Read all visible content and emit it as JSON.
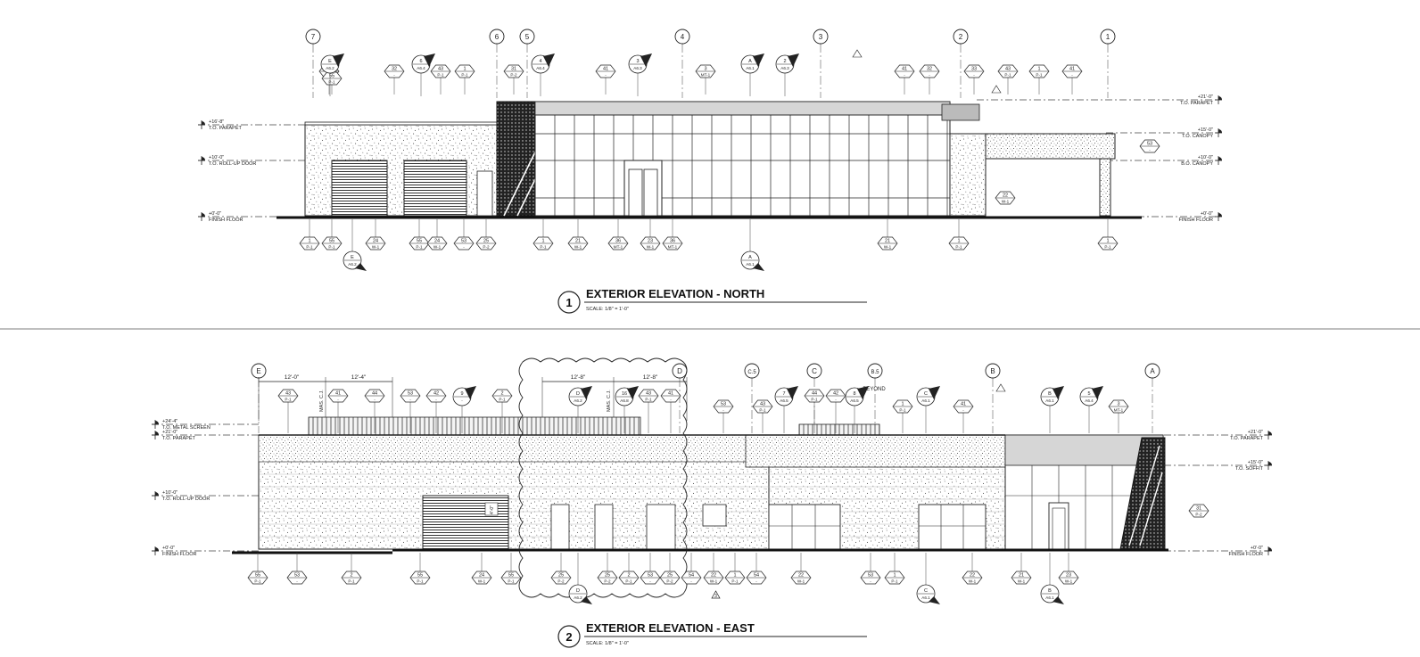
{
  "elev1": {
    "num": "1",
    "title": "EXTERIOR ELEVATION - NORTH",
    "scale": "SCALE: 1/8\" = 1'-0\"",
    "grid": [
      "7",
      "6",
      "5",
      "4",
      "3",
      "2",
      "1"
    ],
    "levels": {
      "left": [
        {
          "v": "+16'-8\"",
          "n": "T.O. PARAPET"
        },
        {
          "v": "+10'-0\"",
          "n": "T.O. ROLL-UP DOOR"
        },
        {
          "v": "+0'-0\"",
          "n": "FINISH FLOOR"
        }
      ],
      "right": [
        {
          "v": "+21'-0\"",
          "n": "T.O. PARAPET"
        },
        {
          "v": "+15'-0\"",
          "n": "T.O. CANOPY"
        },
        {
          "v": "+10'-0\"",
          "n": "B.O. CANOPY"
        },
        {
          "v": "+0'-0\"",
          "n": "FINISH FLOOR"
        }
      ]
    },
    "top_tags": [
      [
        "41",
        "-"
      ],
      [
        "55",
        "P-1"
      ],
      [
        "32",
        "-"
      ],
      [
        "43",
        "P-1"
      ],
      [
        "1",
        "P-1"
      ],
      [
        "31",
        "P-2"
      ],
      [
        "41",
        "-"
      ],
      [
        "3",
        "MT-1"
      ],
      [
        "41",
        "-"
      ],
      [
        "32",
        "-"
      ],
      [
        "33",
        "-"
      ],
      [
        "43",
        "P-1"
      ],
      [
        "1",
        "P-1"
      ],
      [
        "41",
        "-"
      ]
    ],
    "top_details": [
      [
        "E",
        "A6.2"
      ],
      [
        "6",
        "A6.4"
      ],
      [
        "4",
        "A6.4"
      ],
      [
        "3",
        "A6.3"
      ],
      [
        "A",
        "A6.1"
      ],
      [
        "2",
        "A6.3"
      ]
    ],
    "bottom_tags": [
      [
        "1",
        "P-1"
      ],
      [
        "55",
        "P-1"
      ],
      [
        "24",
        "W-1"
      ],
      [
        "55",
        "P-1"
      ],
      [
        "24",
        "W-1"
      ],
      [
        "53",
        "-"
      ],
      [
        "25",
        "P-2"
      ],
      [
        "1",
        "P-1"
      ],
      [
        "21",
        "W-1"
      ],
      [
        "36",
        "MT-1"
      ],
      [
        "23",
        "W-1"
      ],
      [
        "36",
        "MT-1"
      ],
      [
        "21",
        "W-1"
      ],
      [
        "1",
        "P-1"
      ],
      [
        "1",
        "P-1"
      ]
    ],
    "bottom_details": [
      [
        "E",
        "A6.2"
      ],
      [
        "A",
        "A6.1"
      ]
    ],
    "side_tags": [
      [
        "53",
        "-"
      ],
      [
        "22",
        "W-1"
      ]
    ]
  },
  "elev2": {
    "num": "2",
    "title": "EXTERIOR ELEVATION - EAST",
    "scale": "SCALE: 1/8\" = 1'-0\"",
    "grid": [
      "E",
      "D",
      "C.5",
      "C",
      "B.5",
      "B",
      "A"
    ],
    "beyond": "BEYOND",
    "mas_cj": "MAS. C.J.",
    "dims": [
      "12'-0\"",
      "12'-4\"",
      "12'-8\"",
      "12'-8\""
    ],
    "levels": {
      "left": [
        {
          "v": "+24'-4\"",
          "n": "T.O. METAL SCREEN"
        },
        {
          "v": "+21'-0\"",
          "n": "T.O. PARAPET"
        },
        {
          "v": "+10'-0\"",
          "n": "T.O. ROLL-UP DOOR"
        },
        {
          "v": "+0'-0\"",
          "n": "FINISH FLOOR"
        }
      ],
      "right": [
        {
          "v": "+21'-0\"",
          "n": "T.O. PARAPET"
        },
        {
          "v": "+15'-0\"",
          "n": "T.O. SOFFIT"
        },
        {
          "v": "+0'-0\"",
          "n": "FINISH FLOOR"
        }
      ]
    },
    "top_tags": [
      [
        "43",
        "P-1"
      ],
      [
        "41",
        "-"
      ],
      [
        "44",
        "-"
      ],
      [
        "53",
        "-"
      ],
      [
        "42",
        "-"
      ],
      [
        "2",
        "P-1"
      ],
      [
        "43",
        "P-1"
      ],
      [
        "41",
        "-"
      ],
      [
        "53",
        "-"
      ],
      [
        "43",
        "P-1"
      ],
      [
        "44",
        "P-1"
      ],
      [
        "42",
        "-"
      ],
      [
        "1",
        "P-1"
      ],
      [
        "41",
        "-"
      ],
      [
        "3",
        "MT-1"
      ]
    ],
    "top_details": [
      [
        "9",
        "-"
      ],
      [
        "D",
        "A6.2"
      ],
      [
        "16",
        "A6.8"
      ],
      [
        "7",
        "A6.5"
      ],
      [
        "8",
        "A6.5"
      ],
      [
        "C",
        "A6.1"
      ],
      [
        "B",
        "A6.1"
      ],
      [
        "5",
        "A6.4"
      ]
    ],
    "bottom_tags": [
      [
        "55",
        "P-1"
      ],
      [
        "53",
        "-"
      ],
      [
        "2",
        "P-1"
      ],
      [
        "55",
        "P-1"
      ],
      [
        "24",
        "W-1"
      ],
      [
        "55",
        "P-1"
      ],
      [
        "25",
        "P-2"
      ],
      [
        "25",
        "P-2"
      ],
      [
        "2",
        "P-1"
      ],
      [
        "53",
        "-"
      ],
      [
        "25",
        "P-2"
      ],
      [
        "54",
        "-"
      ],
      [
        "22",
        "W-1"
      ],
      [
        "1",
        "P-1"
      ],
      [
        "54",
        "-"
      ],
      [
        "22",
        "W-1"
      ],
      [
        "53",
        "-"
      ],
      [
        "1",
        "P-1"
      ],
      [
        "22",
        "W-1"
      ],
      [
        "21",
        "W-1"
      ],
      [
        "23",
        "W-1"
      ]
    ],
    "bottom_details": [
      [
        "D",
        "A6.2"
      ],
      [
        "C",
        "A6.1"
      ],
      [
        "B",
        "A6.1"
      ]
    ],
    "side_tags": [
      [
        "31",
        "P-2"
      ]
    ],
    "door_tag": "4'-0\"",
    "rev": "3"
  }
}
